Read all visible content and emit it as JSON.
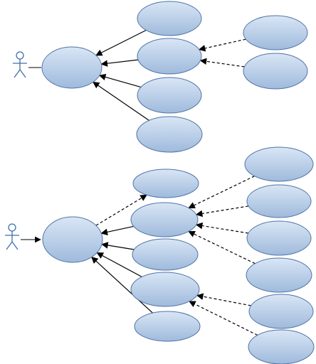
{
  "diagram": {
    "type": "use-case-diagram",
    "background": "#ffffff",
    "ellipse_fill_top": "#d9e6f5",
    "ellipse_fill_bottom": "#9fbadc",
    "ellipse_stroke": "#4f73a7",
    "actor_color": "#3f6fae",
    "solid_edge_color": "#000000",
    "dashed_edge_color": "#000000",
    "panels": [
      {
        "id": "top",
        "actor": {
          "label": ""
        },
        "use_cases": [
          "",
          "",
          "",
          "",
          "",
          "",
          ""
        ],
        "relations": [
          {
            "from": "uc-top-1",
            "to": "uc-top-0",
            "style": "solid"
          },
          {
            "from": "uc-top-2",
            "to": "uc-top-0",
            "style": "solid"
          },
          {
            "from": "uc-top-3",
            "to": "uc-top-0",
            "style": "solid"
          },
          {
            "from": "uc-top-4",
            "to": "uc-top-0",
            "style": "solid"
          },
          {
            "from": "uc-top-5",
            "to": "uc-top-2",
            "style": "dashed"
          },
          {
            "from": "uc-top-6",
            "to": "uc-top-2",
            "style": "dashed"
          }
        ]
      },
      {
        "id": "bottom",
        "actor": {
          "label": ""
        },
        "use_cases": [
          "",
          "",
          "",
          "",
          "",
          "",
          "",
          "",
          "",
          "",
          "",
          "",
          ""
        ],
        "relations": [
          {
            "from": "uc-bottom-0",
            "to": "uc-bottom-1",
            "style": "dashed"
          },
          {
            "from": "uc-bottom-2",
            "to": "uc-bottom-0",
            "style": "solid"
          },
          {
            "from": "uc-bottom-3",
            "to": "uc-bottom-0",
            "style": "solid"
          },
          {
            "from": "uc-bottom-4",
            "to": "uc-bottom-0",
            "style": "solid"
          },
          {
            "from": "uc-bottom-5",
            "to": "uc-bottom-0",
            "style": "solid"
          },
          {
            "from": "uc-bottom-6",
            "to": "uc-bottom-2",
            "style": "dashed"
          },
          {
            "from": "uc-bottom-7",
            "to": "uc-bottom-2",
            "style": "dashed"
          },
          {
            "from": "uc-bottom-8",
            "to": "uc-bottom-2",
            "style": "dashed"
          },
          {
            "from": "uc-bottom-9",
            "to": "uc-bottom-2",
            "style": "dashed"
          },
          {
            "from": "uc-bottom-10",
            "to": "uc-bottom-4",
            "style": "dashed"
          },
          {
            "from": "uc-bottom-11",
            "to": "uc-bottom-4",
            "style": "dashed"
          }
        ]
      }
    ]
  }
}
